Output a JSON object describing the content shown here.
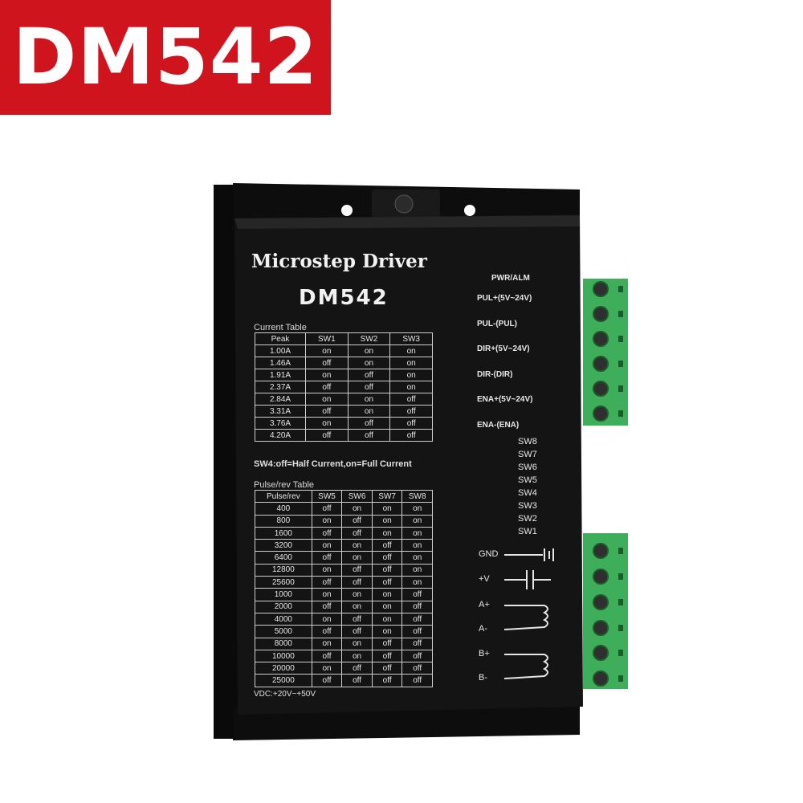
{
  "banner": {
    "text": "DM542",
    "color": "#d0141e"
  },
  "device": {
    "title": "Microstep Driver",
    "model": "DM542",
    "body_color": "#121212",
    "terminal_color": "#3fae5a"
  },
  "current_table": {
    "caption": "Current  Table",
    "headers": [
      "Peak",
      "SW1",
      "SW2",
      "SW3"
    ],
    "rows": [
      [
        "1.00A",
        "on",
        "on",
        "on"
      ],
      [
        "1.46A",
        "off",
        "on",
        "on"
      ],
      [
        "1.91A",
        "on",
        "off",
        "on"
      ],
      [
        "2.37A",
        "off",
        "off",
        "on"
      ],
      [
        "2.84A",
        "on",
        "on",
        "off"
      ],
      [
        "3.31A",
        "off",
        "on",
        "off"
      ],
      [
        "3.76A",
        "on",
        "off",
        "off"
      ],
      [
        "4.20A",
        "off",
        "off",
        "off"
      ]
    ]
  },
  "note": "SW4:off=Half Current,on=Full Current",
  "pulse_table": {
    "caption": "Pulse/rev Table",
    "headers": [
      "Pulse/rev",
      "SW5",
      "SW6",
      "SW7",
      "SW8"
    ],
    "rows": [
      [
        "400",
        "off",
        "on",
        "on",
        "on"
      ],
      [
        "800",
        "on",
        "off",
        "on",
        "on"
      ],
      [
        "1600",
        "off",
        "off",
        "on",
        "on"
      ],
      [
        "3200",
        "on",
        "on",
        "off",
        "on"
      ],
      [
        "6400",
        "off",
        "on",
        "off",
        "on"
      ],
      [
        "12800",
        "on",
        "off",
        "off",
        "on"
      ],
      [
        "25600",
        "off",
        "off",
        "off",
        "on"
      ],
      [
        "1000",
        "on",
        "on",
        "on",
        "off"
      ],
      [
        "2000",
        "off",
        "on",
        "on",
        "off"
      ],
      [
        "4000",
        "on",
        "off",
        "on",
        "off"
      ],
      [
        "5000",
        "off",
        "off",
        "on",
        "off"
      ],
      [
        "8000",
        "on",
        "on",
        "off",
        "off"
      ],
      [
        "10000",
        "off",
        "on",
        "off",
        "off"
      ],
      [
        "20000",
        "on",
        "off",
        "off",
        "off"
      ],
      [
        "25000",
        "off",
        "off",
        "off",
        "off"
      ]
    ]
  },
  "vdc": "VDC:+20V~+50V",
  "signal_terminals": {
    "header": "PWR/ALM",
    "labels": [
      "PUL+(5V~24V)",
      "PUL-(PUL)",
      "DIR+(5V~24V)",
      "DIR-(DIR)",
      "ENA+(5V~24V)",
      "ENA-(ENA)"
    ]
  },
  "dip_switches": [
    "SW8",
    "SW7",
    "SW6",
    "SW5",
    "SW4",
    "SW3",
    "SW2",
    "SW1"
  ],
  "power_terminals": [
    "GND",
    "+V",
    "A+",
    "A-",
    "B+",
    "B-"
  ]
}
